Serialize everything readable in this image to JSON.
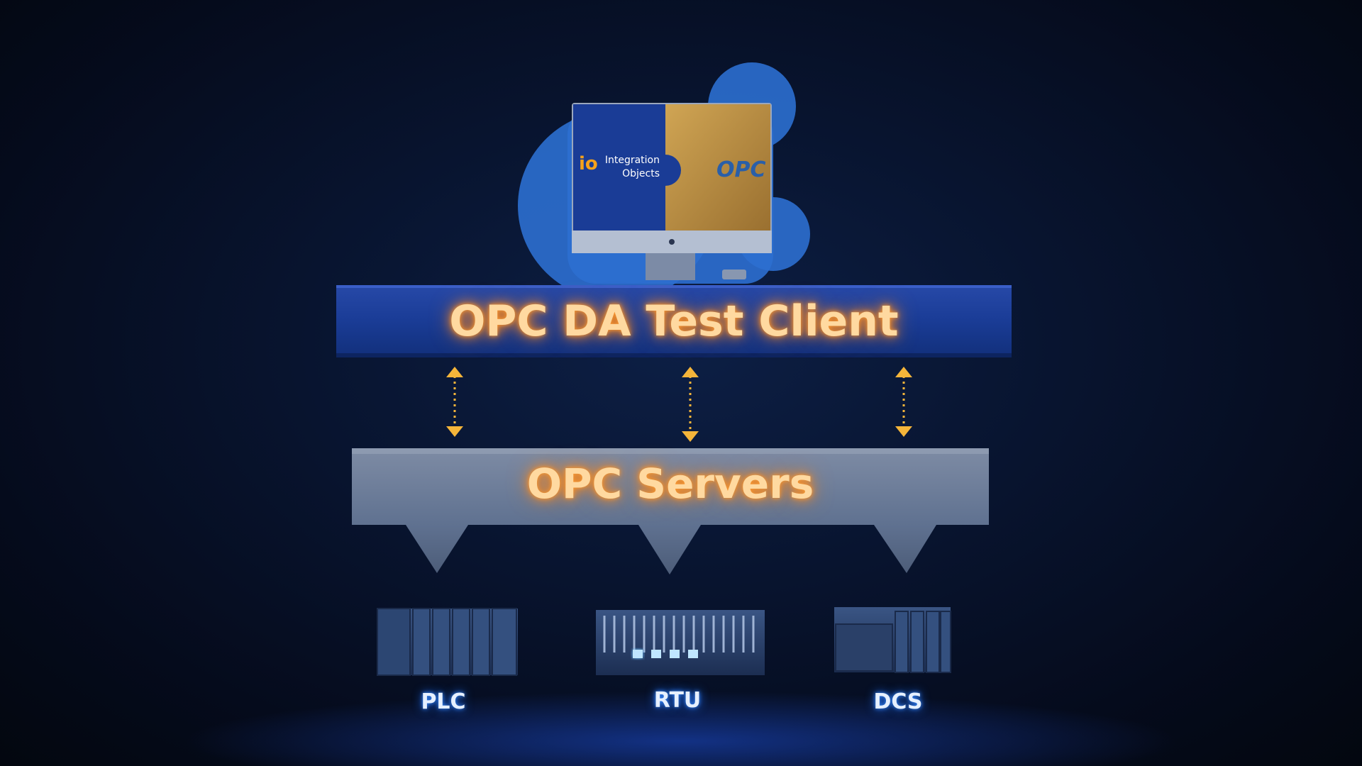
{
  "diagram": {
    "client": {
      "title": "OPC DA Test Client"
    },
    "servers": {
      "title": "OPC Servers"
    },
    "monitor": {
      "left_logo": {
        "mark": "io",
        "line1": "Integration",
        "line2": "Objects"
      },
      "right_logo": {
        "mark": "OPC"
      }
    },
    "devices": [
      {
        "label": "PLC",
        "icon": "plc-rack-icon"
      },
      {
        "label": "RTU",
        "icon": "rtu-unit-icon"
      },
      {
        "label": "DCS",
        "icon": "dcs-cabinet-icon"
      }
    ],
    "connections": [
      {
        "from": "OPC DA Test Client",
        "to": "OPC Servers",
        "style": "bidirectional-dotted"
      },
      {
        "from": "OPC DA Test Client",
        "to": "OPC Servers",
        "style": "bidirectional-dotted"
      },
      {
        "from": "OPC DA Test Client",
        "to": "OPC Servers",
        "style": "bidirectional-dotted"
      },
      {
        "from": "OPC Servers",
        "to": "PLC",
        "style": "pointer"
      },
      {
        "from": "OPC Servers",
        "to": "RTU",
        "style": "pointer"
      },
      {
        "from": "OPC Servers",
        "to": "DCS",
        "style": "pointer"
      }
    ],
    "colors": {
      "background": "#071330",
      "client_bar": "#1a3c96",
      "server_bar": "#5f7190",
      "title_glow": "#ff8a1a",
      "arrow": "#f5b53a",
      "label_glow": "#2f7fff",
      "monitor_left": "#1a3c96",
      "monitor_right": "#b58a3c"
    }
  }
}
